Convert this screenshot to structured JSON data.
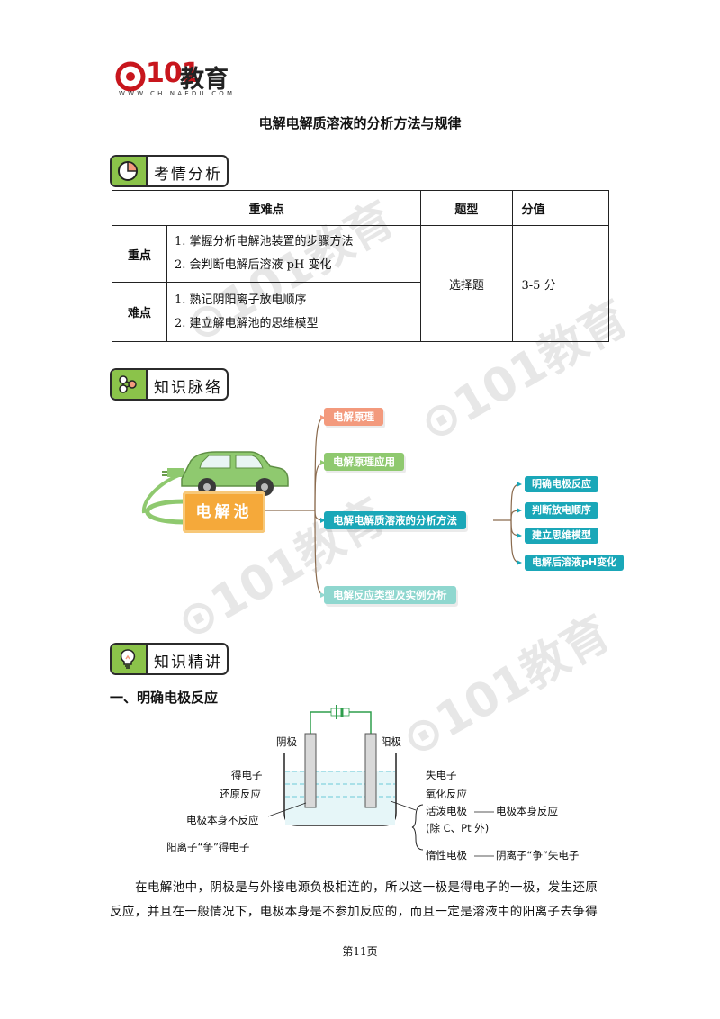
{
  "header": {
    "logo_number": "101",
    "logo_text": "教育",
    "logo_url": "WWW.CHINAEDU.COM"
  },
  "document_title": "电解电解质溶液的分析方法与规律",
  "sections": {
    "analysis": "考情分析",
    "context": "知识脉络",
    "explain": "知识精讲"
  },
  "table": {
    "headers": [
      "重难点",
      "题型",
      "分值"
    ],
    "rows": [
      {
        "label": "重点",
        "items": [
          "1. 掌握分析电解池装置的步骤方法",
          "2. 会判断电解后溶液 pH 变化"
        ]
      },
      {
        "label": "难点",
        "items": [
          "1. 熟记阴阳离子放电顺序",
          "2. 建立解电解池的思维模型"
        ]
      }
    ],
    "type": "选择题",
    "score": "3-5 分"
  },
  "mindmap": {
    "center": "电解池",
    "branches": [
      "电解原理",
      "电解原理应用",
      "电解电解质溶液的分析方法",
      "电解反应类型及实例分析"
    ],
    "sub_branches": [
      "明确电极反应",
      "判断放电顺序",
      "建立思维模型",
      "电解后溶液pH变化"
    ],
    "colors": {
      "coral": "#f39a7d",
      "green": "#8fc96f",
      "teal": "#1aa7b8",
      "mint": "#8fd7cf",
      "hub": "#f5a93a"
    }
  },
  "part1": {
    "heading": "一、明确电极反应",
    "diagram": {
      "cathode": "阴极",
      "anode": "阳极",
      "left_labels": [
        "得电子",
        "还原反应",
        "电极本身不反应",
        "阳离子“争”得电子"
      ],
      "right_labels": [
        "失电子",
        "氧化反应"
      ],
      "active_label": "活泼电极",
      "active_result": "电极本身反应",
      "active_note": "(除 C、Pt 外)",
      "inert_label": "惰性电极",
      "inert_result": "阴离子“争”失电子"
    },
    "paragraph_line1": "在电解池中，阴极是与外接电源负极相连的，所以这一极是得电子的一极，发生还原",
    "paragraph_line2": "反应，并且在一般情况下，电极本身是不参加反应的，而且一定是溶液中的阳离子去争得"
  },
  "footer": {
    "page": "第11页"
  }
}
